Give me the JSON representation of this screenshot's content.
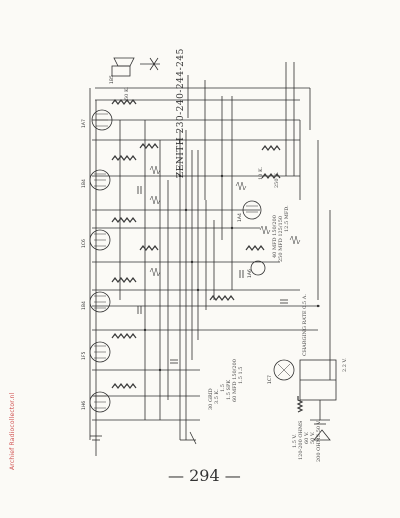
{
  "diagram": {
    "title": "ZENITH 230-240-244-245",
    "page_number": "294",
    "watermark": "Archief Radiocollector.nl",
    "tube_labels": [
      "1A7",
      "1B4",
      "1C6",
      "1B4",
      "1F5",
      "1H6",
      "1A4",
      "1A6",
      "1C7",
      "1B5"
    ],
    "notes": [
      "30 GRID",
      "3.5 K.",
      "1.5",
      "1.5 SPK",
      "60 MFD 150/200",
      "1.5 1.5",
      "40 MFD 150/200",
      "250 MFD 125/150",
      "12.5 MFD.",
      "250 K.",
      "50 K.",
      "CHARGING RATE 0.5 A.",
      "1.5 V.",
      "120-200 OHMS",
      "60 V.",
      "50 V.",
      "200 OHMS 50 V.",
      "10 K.",
      "2.2 V."
    ]
  }
}
